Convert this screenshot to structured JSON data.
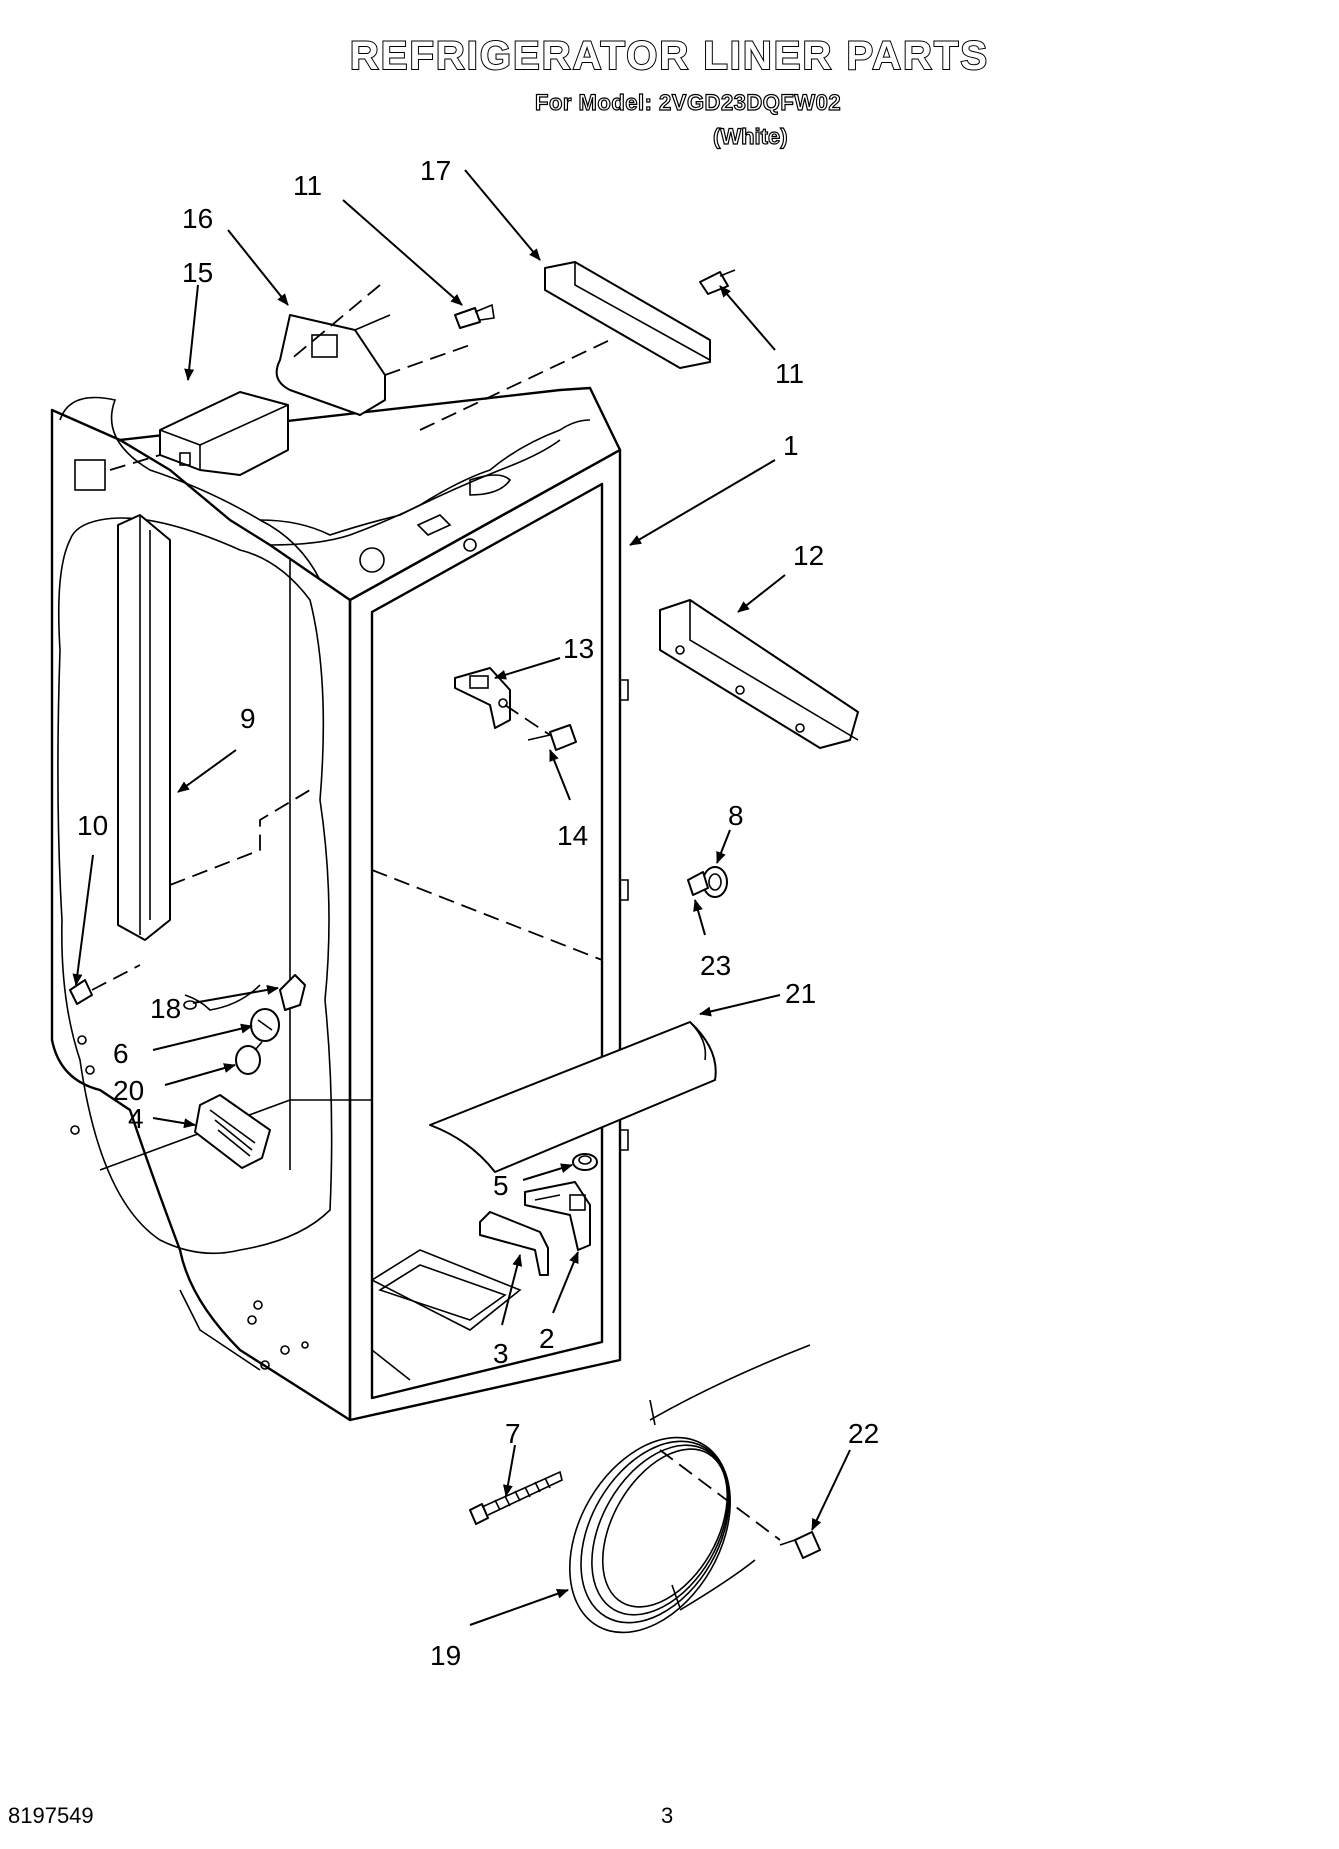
{
  "header": {
    "title": "REFRIGERATOR LINER PARTS",
    "model": "For Model: 2VGD23DQFW02",
    "color": "(White)"
  },
  "callouts": {
    "c11a": "11",
    "c17": "17",
    "c16": "16",
    "c15": "15",
    "c11b": "11",
    "c1": "1",
    "c12": "12",
    "c13": "13",
    "c9": "9",
    "c14": "14",
    "c10": "10",
    "c8": "8",
    "c23": "23",
    "c21": "21",
    "c18": "18",
    "c6": "6",
    "c20": "20",
    "c4": "4",
    "c5": "5",
    "c3": "3",
    "c2": "2",
    "c7": "7",
    "c22": "22",
    "c19": "19"
  },
  "footer": {
    "doc_number": "8197549",
    "page_number": "3"
  }
}
